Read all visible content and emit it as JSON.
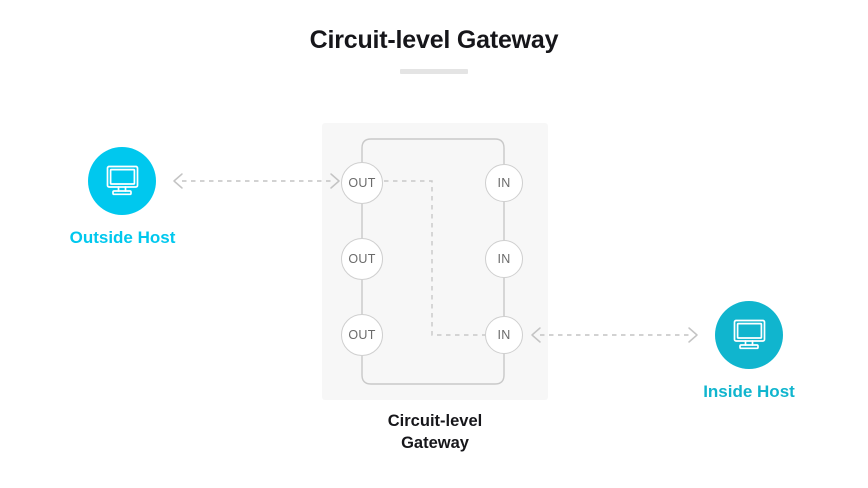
{
  "title": "Circuit-level Gateway",
  "panel": {
    "caption_line1": "Circuit-level",
    "caption_line2": "Gateway",
    "out_nodes": [
      {
        "label": "OUT"
      },
      {
        "label": "OUT"
      },
      {
        "label": "OUT"
      }
    ],
    "in_nodes": [
      {
        "label": "IN"
      },
      {
        "label": "IN"
      },
      {
        "label": "IN"
      }
    ]
  },
  "hosts": {
    "outside": {
      "label": "Outside Host",
      "icon": "desktop-monitor-icon",
      "color": "#00c8ee"
    },
    "inside": {
      "label": "Inside Host",
      "icon": "desktop-monitor-icon",
      "color": "#10b5ce"
    }
  },
  "colors": {
    "panel_bg": "#f7f7f7",
    "line": "#c9c9c9",
    "dashed": "#c9c9c9",
    "title": "#16161a",
    "rule": "#e4e4e4"
  }
}
